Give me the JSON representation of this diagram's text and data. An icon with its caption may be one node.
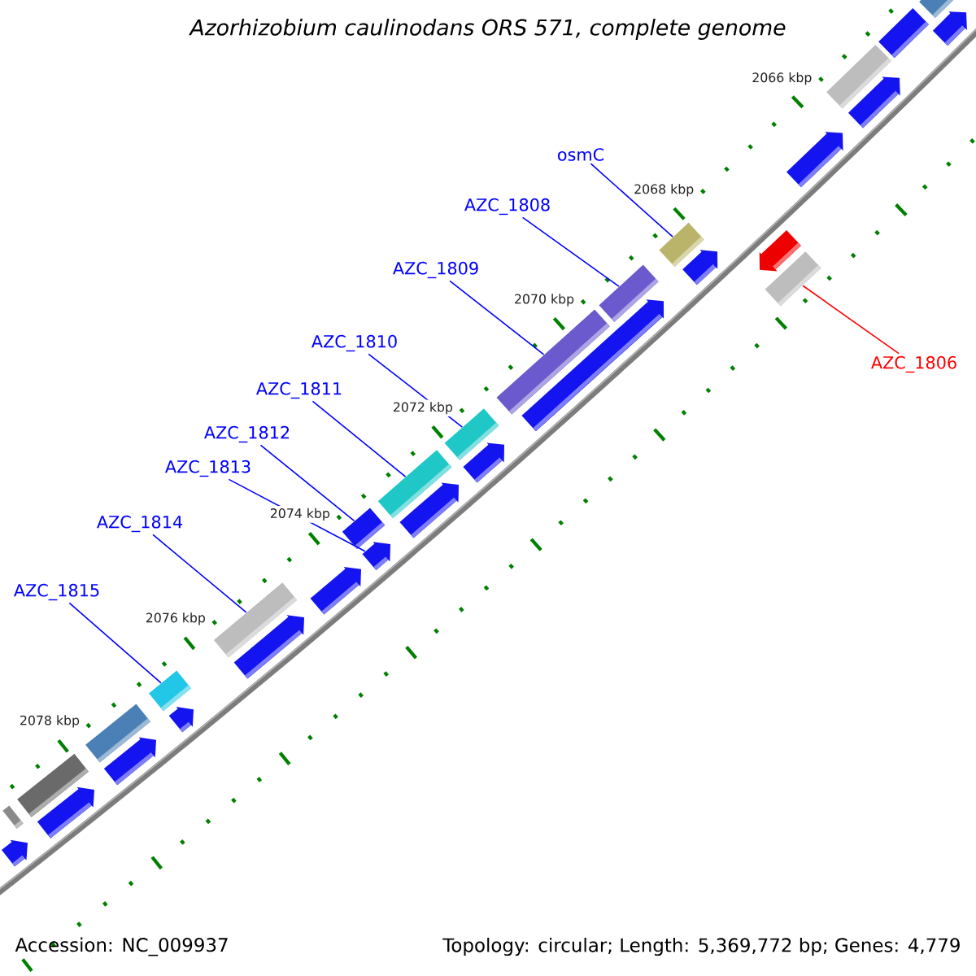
{
  "diagram": {
    "title": "Azorhizobium caulinodans ORS 571, complete genome",
    "nodes": [
      {
        "text": [
          "osmC"
        ]
      },
      {
        "text": [],
        "shape": "box"
      },
      {
        "text": [
          "AZC_1808"
        ]
      },
      {
        "text": [],
        "shape": "box"
      },
      {
        "text": [
          "AZC_1809"
        ]
      },
      {
        "text": [],
        "shape": "box"
      },
      {
        "text": [
          "AZC_1810"
        ]
      },
      {
        "text": [],
        "shape": "box"
      },
      {
        "text": [
          "AZC_1811"
        ]
      },
      {
        "text": [],
        "shape": "box"
      },
      {
        "text": [
          "AZC_1812"
        ]
      },
      {
        "text": [],
        "shape": "box"
      },
      {
        "text": [
          "AZC_1813"
        ]
      },
      {
        "text": [],
        "shape": "arrow"
      },
      {
        "text": [
          "AZC_1814"
        ]
      },
      {
        "text": [],
        "shape": "box"
      },
      {
        "text": [
          "AZC_1815"
        ]
      },
      {
        "text": [],
        "shape": "box"
      },
      {
        "text": [
          "AZC_1806"
        ]
      },
      {
        "text": [],
        "shape": "box"
      },
      {
        "text": [],
        "shape": "box"
      },
      {
        "text": [],
        "shape": "arrow"
      },
      {
        "text": [],
        "shape": "box"
      },
      {
        "text": [],
        "shape": "arrow"
      },
      {
        "text": [],
        "shape": "box"
      },
      {
        "text": [],
        "shape": "arrow"
      },
      {
        "text": [],
        "shape": "arrow"
      },
      {
        "text": [],
        "shape": "arrow"
      },
      {
        "text": [],
        "shape": "arrow"
      },
      {
        "text": [],
        "shape": "arrow"
      },
      {
        "text": [],
        "shape": "arrow"
      },
      {
        "text": [],
        "shape": "arrow"
      },
      {
        "text": [],
        "shape": "arrow"
      },
      {
        "text": [],
        "shape": "arrow"
      },
      {
        "text": [],
        "shape": "arrow"
      },
      {
        "text": [],
        "shape": "box"
      },
      {
        "text": [],
        "shape": "arrow"
      },
      {
        "text": [],
        "shape": "box"
      },
      {
        "text": [],
        "shape": "box"
      },
      {
        "text": [],
        "shape": "arrow"
      }
    ],
    "edges": [
      {
        "from": 0,
        "to": 1,
        "arrow": "none"
      },
      {
        "from": 2,
        "to": 3,
        "arrow": "none"
      },
      {
        "from": 4,
        "to": 5,
        "arrow": "none"
      },
      {
        "from": 6,
        "to": 7,
        "arrow": "none"
      },
      {
        "from": 8,
        "to": 9,
        "arrow": "none"
      },
      {
        "from": 10,
        "to": 11,
        "arrow": "none"
      },
      {
        "from": 12,
        "to": 13,
        "arrow": "none"
      },
      {
        "from": 14,
        "to": 15,
        "arrow": "none"
      },
      {
        "from": 16,
        "to": 17,
        "arrow": "none"
      },
      {
        "from": 18,
        "to": 19,
        "arrow": "none",
        "color": "#ff0000"
      }
    ],
    "labels": [
      "2066 kbp",
      "2068 kbp",
      "2070 kbp",
      "2072 kbp",
      "2074 kbp",
      "2076 kbp",
      "2078 kbp",
      "Accession: NC_009937",
      "Topology: circular; Length: 5,369,772 bp; Genes: 4,779"
    ]
  }
}
